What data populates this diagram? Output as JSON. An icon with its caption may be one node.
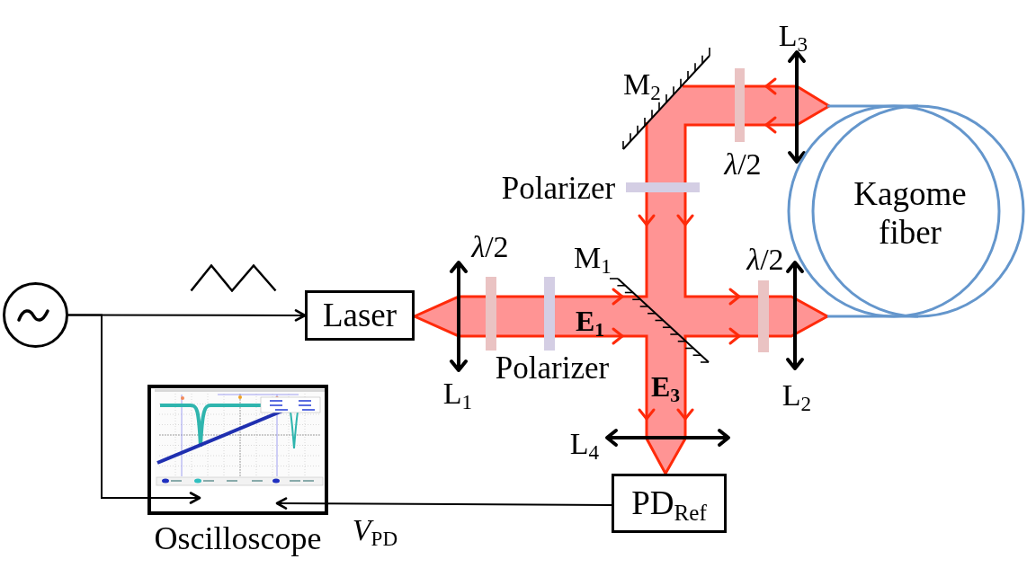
{
  "diagram": {
    "nodes": [
      {
        "text": [
          "Kagome fiber"
        ]
      },
      {
        "text": [],
        "shape": "circle"
      },
      {
        "text": [
          "Laser"
        ]
      },
      {
        "text": [
          "Oscilloscope"
        ]
      },
      {
        "text": [
          "PD$_{Ref}$"
        ]
      }
    ],
    "edges": [
      {
        "from": 1,
        "to": 2,
        "arrow": "to"
      },
      {
        "from": 1,
        "to": 3,
        "arrow": "to"
      },
      {
        "from": 4,
        "to": 3,
        "arrow": "to",
        "label": "*V*$_{PD}$"
      }
    ],
    "labels": [
      "L$_{3}$",
      "M$_{2}$",
      "*λ*/2",
      "Polarizer",
      "*λ*/2",
      "M$_{1}$",
      "*λ*/2",
      "E$_{1}$",
      "Polarizer",
      "L$_{1}$",
      "E$_{3}$",
      "L$_{2}$",
      "L$_{4}$"
    ]
  }
}
